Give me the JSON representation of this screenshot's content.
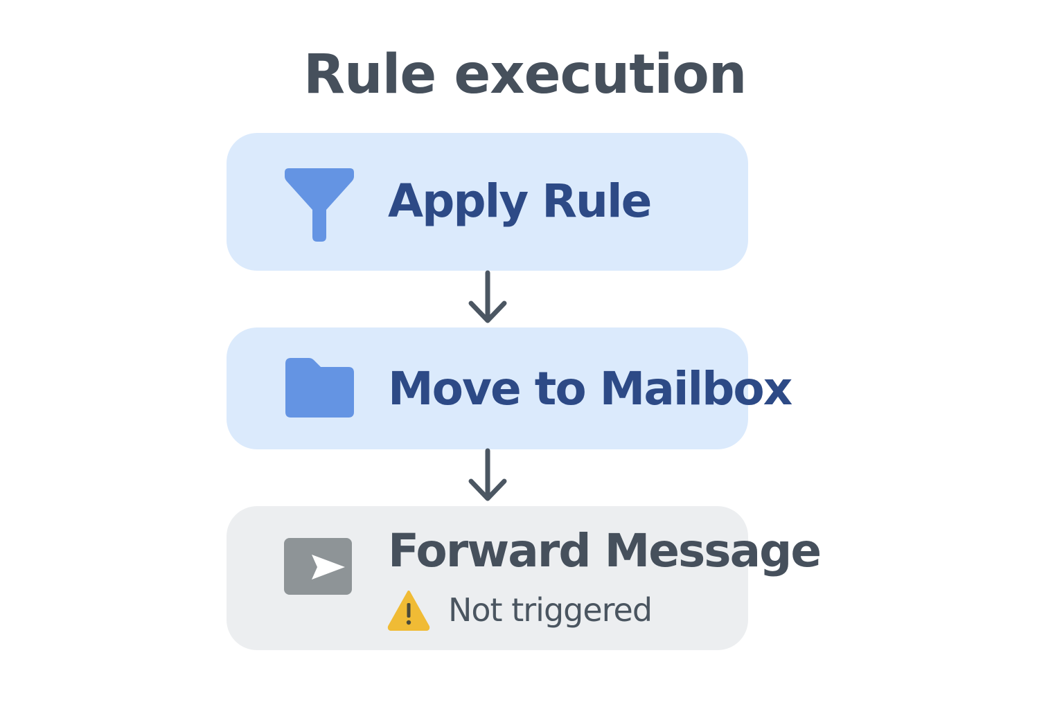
{
  "title": "Rule execution",
  "colors": {
    "active_bg": "#dbeafc",
    "active_text": "#2d4a86",
    "active_icon": "#6494e3",
    "inactive_bg": "#eceef0",
    "inactive_text": "#46505c",
    "inactive_icon": "#8e9497",
    "warning": "#f0bb35",
    "arrow": "#4b5662"
  },
  "steps": [
    {
      "label": "Apply Rule",
      "icon": "filter-icon",
      "state": "active"
    },
    {
      "label": "Move to Mailbox",
      "icon": "folder-icon",
      "state": "active"
    },
    {
      "label": "Forward Message",
      "icon": "send-icon",
      "state": "inactive",
      "status": {
        "icon": "warning-icon",
        "text": "Not triggered"
      }
    }
  ]
}
